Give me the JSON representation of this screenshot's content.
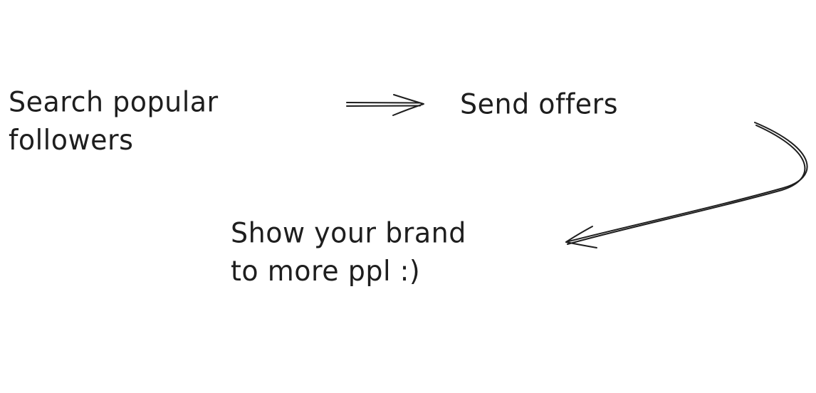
{
  "diagram": {
    "background": "#ffffff",
    "stroke_color": "#1e1e1e",
    "steps": [
      {
        "lines": [
          "Search popular",
          "followers"
        ]
      },
      {
        "lines": [
          "Send offers"
        ]
      },
      {
        "lines": [
          "Show your brand",
          "to more ppl :)"
        ]
      }
    ],
    "connectors": [
      {
        "from": 0,
        "to": 1,
        "style": "double-line-arrow"
      },
      {
        "from": 1,
        "to": 2,
        "style": "curved-arrow"
      }
    ]
  }
}
